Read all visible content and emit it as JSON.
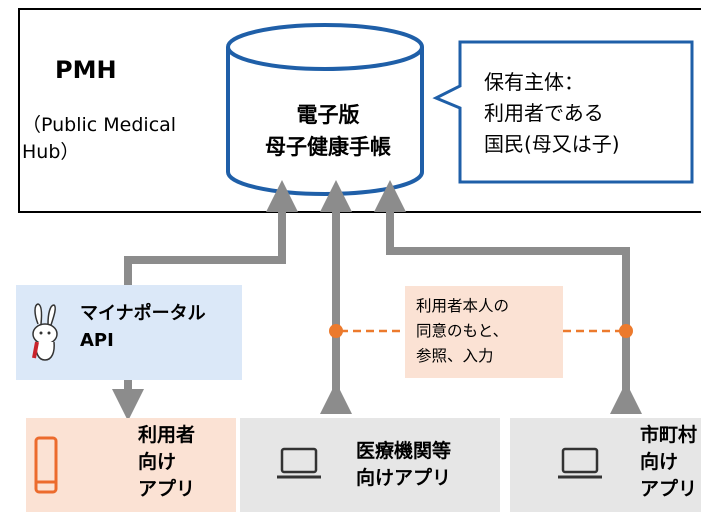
{
  "pmh": {
    "title": "PMH",
    "subtitle_line1": "（Public Medical",
    "subtitle_line2": "Hub）"
  },
  "database": {
    "line1": "電子版",
    "line2": "母子健康手帳"
  },
  "callout": {
    "line1": "保有主体：",
    "line2": "利用者である",
    "line3": "国民(母又は子)"
  },
  "mynaportal": {
    "line1": "マイナポータル",
    "line2": "API"
  },
  "consent": {
    "line1": "利用者本人の",
    "line2": "同意のもと、",
    "line3": "参照、入力"
  },
  "user_app": {
    "line1": "利用者",
    "line2": "向け",
    "line3": "アプリ"
  },
  "medical_app": {
    "line1": "医療機関等",
    "line2": "向けアプリ"
  },
  "city_app": {
    "line1": "市町村",
    "line2": "向け",
    "line3": "アプリ"
  },
  "colors": {
    "db_stroke": "#1f5fa8",
    "arrow": "#8c8c8c",
    "consent_dot": "#ec7a2d",
    "smartphone": "#ec6b2d"
  }
}
